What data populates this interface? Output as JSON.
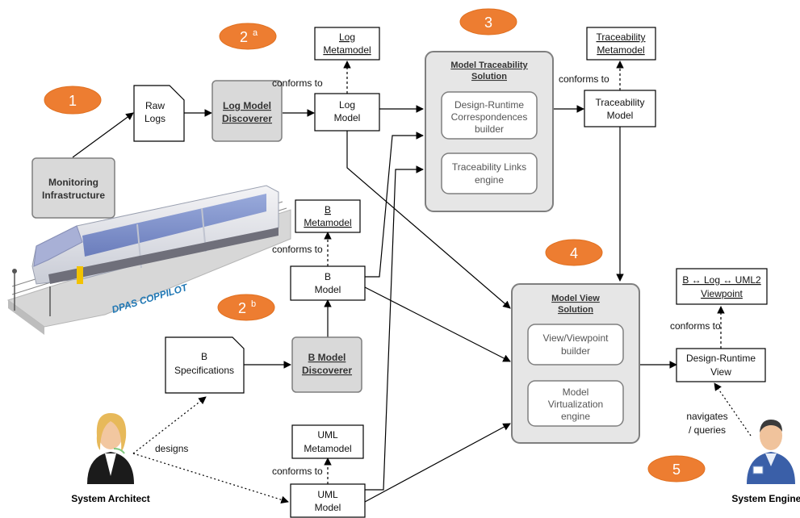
{
  "badges": {
    "b1": "1",
    "b2a": "2",
    "b2a_sup": "a",
    "b2b": "2",
    "b2b_sup": "b",
    "b3": "3",
    "b4": "4",
    "b5": "5"
  },
  "nodes": {
    "monitoring": [
      "Monitoring",
      "Infrastructure"
    ],
    "raw_logs": [
      "Raw",
      "Logs"
    ],
    "log_discoverer": [
      "Log Model",
      "Discoverer"
    ],
    "log_metamodel": [
      "Log",
      "Metamodel"
    ],
    "log_model": [
      "Log",
      "Model"
    ],
    "traceability_solution": [
      "Model Traceability",
      "Solution"
    ],
    "correspondences_builder": [
      "Design-Runtime",
      "Correspondences",
      "builder"
    ],
    "links_engine": [
      "Traceability Links",
      "engine"
    ],
    "traceability_metamodel": [
      "Traceability",
      "Metamodel"
    ],
    "traceability_model": [
      "Traceability",
      "Model"
    ],
    "b_metamodel": [
      "B",
      "Metamodel"
    ],
    "b_model": [
      "B",
      "Model"
    ],
    "b_specifications": [
      "B",
      "Specifications"
    ],
    "b_discoverer": [
      "B Model",
      "Discoverer"
    ],
    "uml_metamodel": [
      "UML",
      "Metamodel"
    ],
    "uml_model": [
      "UML",
      "Model"
    ],
    "view_solution": [
      "Model View",
      "Solution"
    ],
    "viewpoint_builder": [
      "View/Viewpoint",
      "builder"
    ],
    "virtualization_engine": [
      "Model",
      "Virtualization",
      "engine"
    ],
    "viewpoint": [
      "B ↔ Log ↔ UML2",
      "Viewpoint"
    ],
    "runtime_view": [
      "Design-Runtime",
      "View"
    ]
  },
  "edge_labels": {
    "conforms_to": "conforms to",
    "designs": "designs",
    "navigates": [
      "navigates",
      "/ queries"
    ]
  },
  "actors": {
    "architect": "System Architect",
    "engineer": "System Engineer"
  },
  "train_brand": "DPAS COPPILOT",
  "colors": {
    "badge": "#ed7d31",
    "solution_fill": "#e6e6e6",
    "discoverer_fill": "#d9d9d9",
    "train_brand": "#1f77b4"
  }
}
